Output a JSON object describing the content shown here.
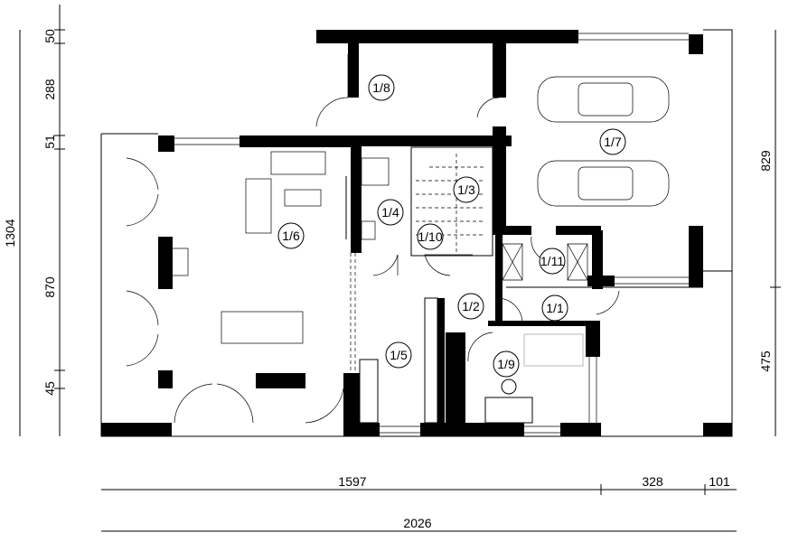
{
  "rooms": [
    {
      "id": "1/1"
    },
    {
      "id": "1/2"
    },
    {
      "id": "1/3"
    },
    {
      "id": "1/4"
    },
    {
      "id": "1/5"
    },
    {
      "id": "1/6"
    },
    {
      "id": "1/7"
    },
    {
      "id": "1/8"
    },
    {
      "id": "1/9"
    },
    {
      "id": "1/10"
    },
    {
      "id": "1/11"
    }
  ],
  "dimensions": {
    "left_total": "1304",
    "left_segments": [
      "50",
      "288",
      "51",
      "870",
      "45"
    ],
    "right_segments": [
      "829",
      "475"
    ],
    "bottom_segments": [
      "1597",
      "328",
      "101"
    ],
    "bottom_total": "2026"
  }
}
